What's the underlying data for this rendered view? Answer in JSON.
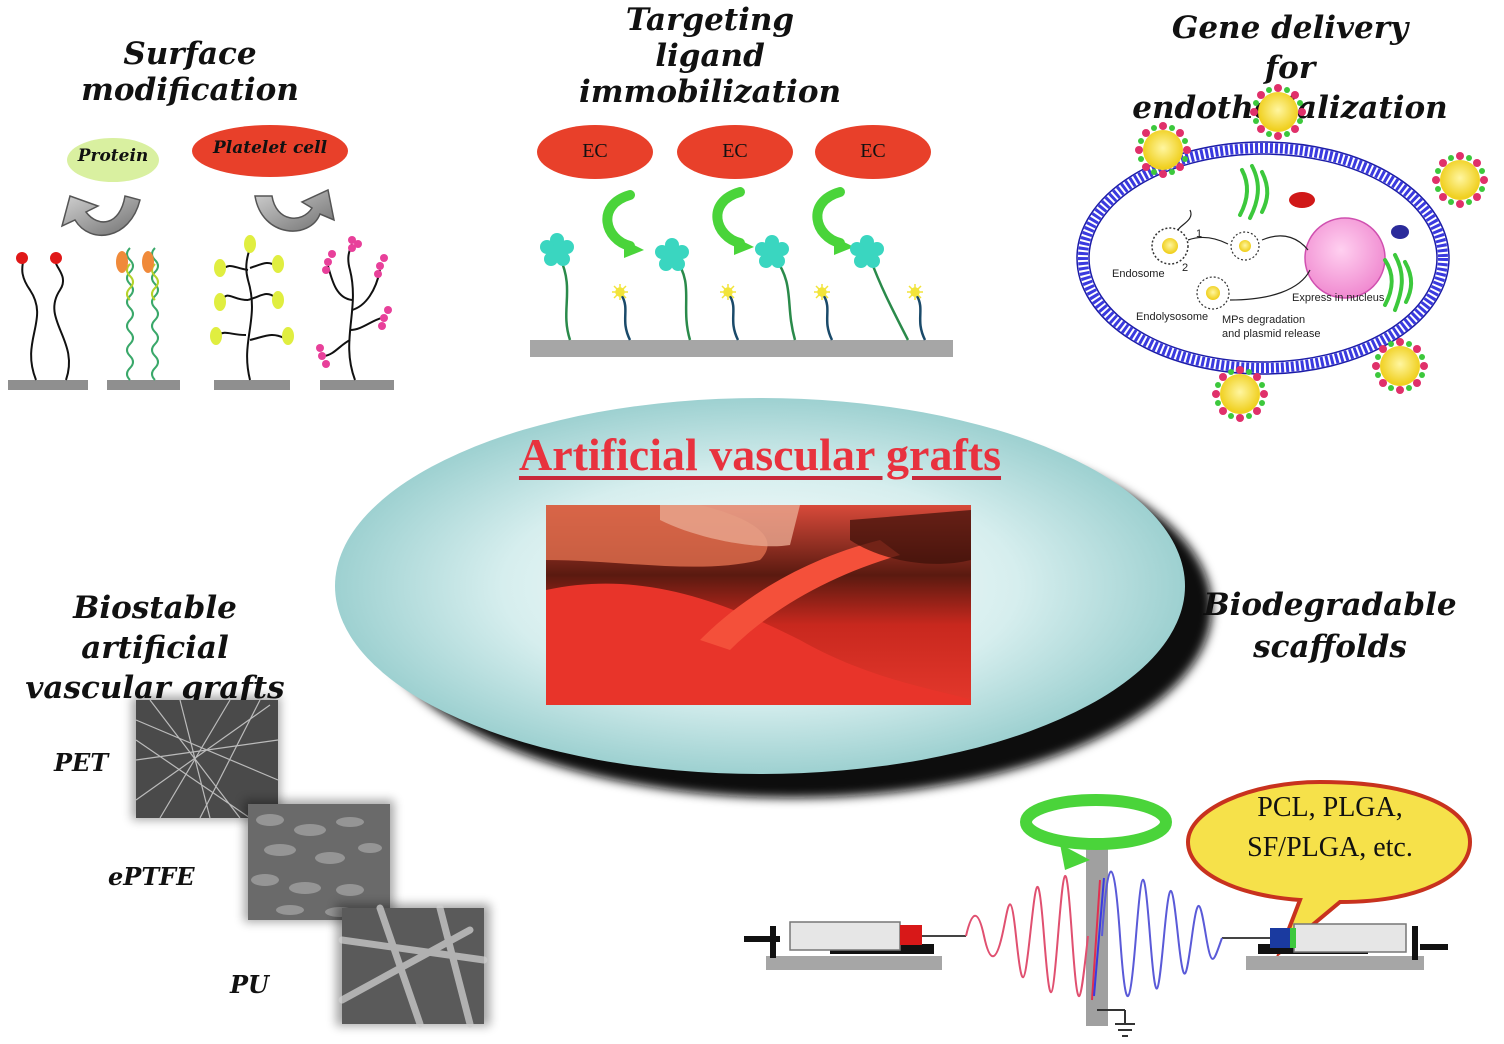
{
  "sections": {
    "surface_modification": {
      "title": "Surface modification",
      "protein_label": "Protein",
      "platelet_label": "Platelet  cell"
    },
    "targeting": {
      "title_line1": "Targeting",
      "title_line2": "ligand immobilization",
      "ec_labels": [
        "EC",
        "EC",
        "EC"
      ]
    },
    "gene_delivery": {
      "title_line1": "Gene delivery",
      "title_line2": "for  endothelialization",
      "labels": {
        "endosome": "Endosome",
        "endolysosome": "Endolysosome",
        "mps": "MPs degradation",
        "plasmid": "and plasmid release",
        "express": "Express in nucleus",
        "step1": "1",
        "step2": "2"
      }
    },
    "center": {
      "title": "Artificial vascular grafts"
    },
    "biostable": {
      "title_line1": "Biostable artificial",
      "title_line2": "vascular grafts",
      "materials": [
        "PET",
        "ePTFE",
        "PU"
      ]
    },
    "biodegradable": {
      "title_line1": "Biodegradable",
      "title_line2": "scaffolds",
      "bubble_line1": "PCL, PLGA,",
      "bubble_line2": "SF/PLGA, etc."
    }
  },
  "colors": {
    "ec_red": "#e8402a",
    "platelet_red": "#e8402a",
    "protein_green": "#d9f0a0",
    "membrane_blue": "#3a3adf",
    "title_red": "#e8323e",
    "ellipse_teal": "#bfe4e4",
    "arrow_green": "#4ad43a",
    "bubble_yellow": "#f6e14a"
  }
}
